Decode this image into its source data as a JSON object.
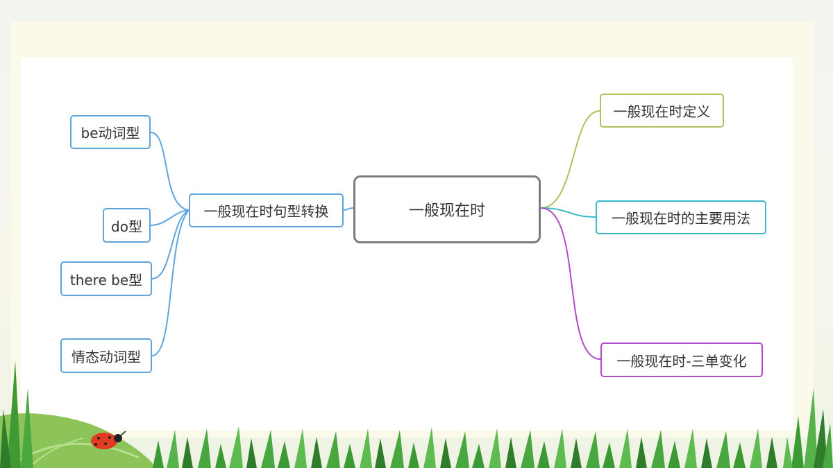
{
  "mindmap": {
    "root": "一般现在时",
    "left_branch": {
      "label": "一般现在时句型转换",
      "children": [
        "be动词型",
        "do型",
        "there be型",
        "情态动词型"
      ]
    },
    "right_branches": [
      {
        "label": "一般现在时定义",
        "color": "#a9c25a"
      },
      {
        "label": "一般现在时的主要用法",
        "color": "#3bb9c9"
      },
      {
        "label": "一般现在时-三单变化",
        "color": "#b24bc6"
      }
    ],
    "left_color": "#5fa4dd",
    "root_border_color": "#7c7c7c"
  },
  "decor": [
    "grass",
    "leaf",
    "ladybug"
  ]
}
